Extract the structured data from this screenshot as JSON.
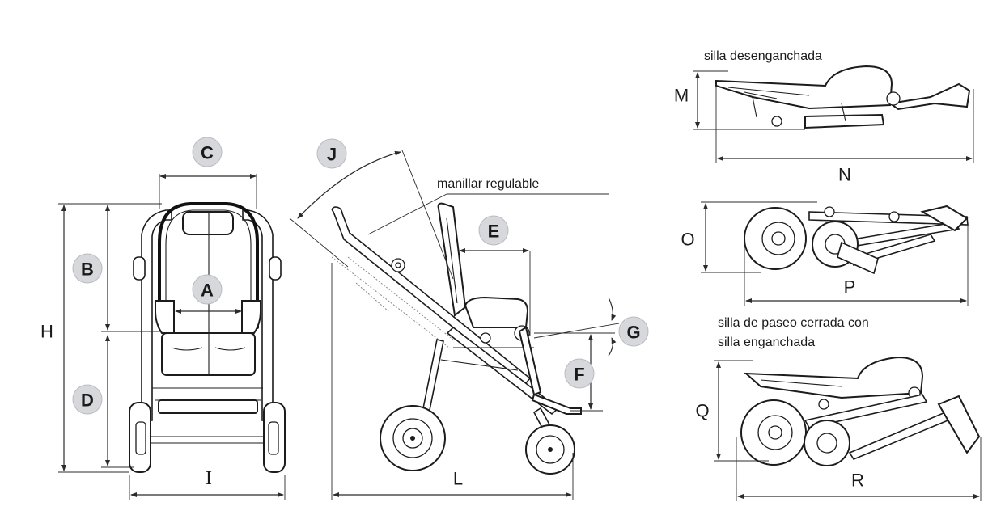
{
  "front_view": {
    "labels": {
      "A": "A",
      "B": "B",
      "C": "C",
      "D": "D",
      "H": "H",
      "I": "I"
    }
  },
  "side_view": {
    "labels": {
      "J": "J",
      "E": "E",
      "F": "F",
      "G": "G",
      "L": "L"
    },
    "note": "manillar regulable"
  },
  "folded_views": {
    "seat_detached": {
      "caption": "silla desenganchada",
      "labels": {
        "M": "M",
        "N": "N"
      }
    },
    "folded_no_seat": {
      "labels": {
        "O": "O",
        "P": "P"
      }
    },
    "folded_with_seat": {
      "caption_line1": "silla de paseo cerrada con",
      "caption_line2": "silla enganchada",
      "labels": {
        "Q": "Q",
        "R": "R"
      }
    }
  }
}
